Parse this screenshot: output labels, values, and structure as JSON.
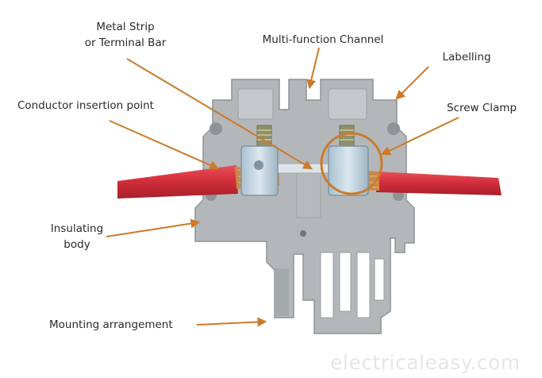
{
  "labels": {
    "metal_strip_line1": "Metal Strip",
    "metal_strip_line2": "or Terminal Bar",
    "multi_function_channel": "Multi-function Channel",
    "labelling": "Labelling",
    "conductor_insertion_point": "Conductor insertion point",
    "screw_clamp": "Screw Clamp",
    "insulating_body_line1": "Insulating",
    "insulating_body_line2": "body",
    "mounting_arrangement": "Mounting arrangement"
  },
  "watermark": "electricaleasy.com",
  "colors": {
    "arrow": "#cc7a2a",
    "housing": "#b3b7ba",
    "wire": "#d9333f",
    "copper": "#c8884a",
    "label_text": "#2a2a2a"
  }
}
